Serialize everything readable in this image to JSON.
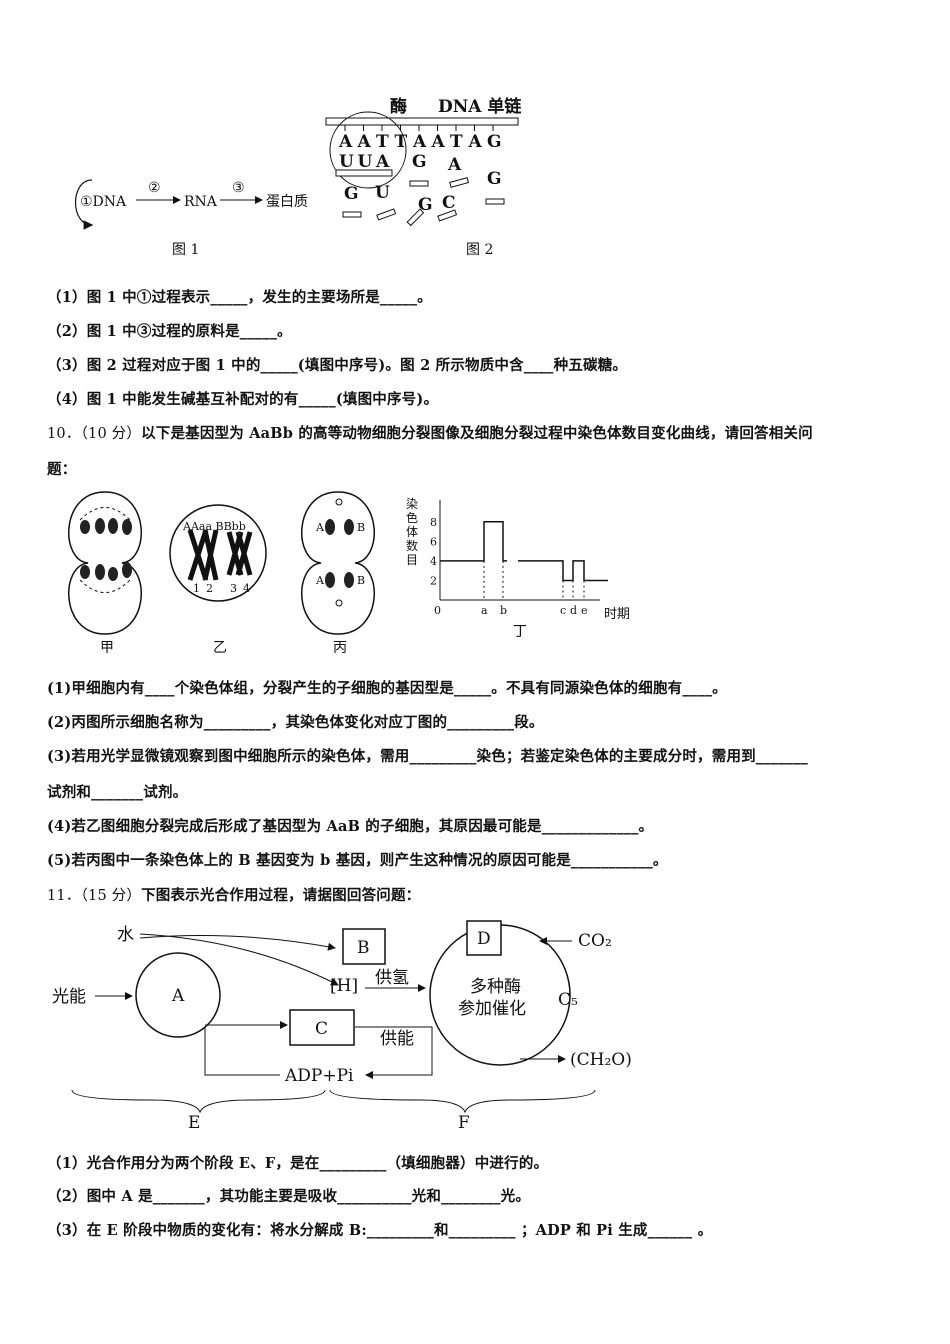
{
  "q9": {
    "fig1": {
      "step1": "①DNA",
      "arrow2": "②",
      "rna": "RNA",
      "arrow3": "③",
      "protein": "蛋白质",
      "caption": "图 1"
    },
    "fig2": {
      "enzyme": "酶",
      "strand": "DNA 单链",
      "template": [
        "A",
        "A",
        "T",
        "T",
        "A",
        "A",
        "T",
        "A",
        "G"
      ],
      "paired": [
        "U",
        "U",
        "A"
      ],
      "free": [
        "G",
        "A",
        "G",
        "G",
        "U",
        "G",
        "C"
      ],
      "caption": "图 2"
    },
    "items": [
      "（1）图 1 中①过程表示_____，发生的主要场所是_____。",
      "（2）图 1 中③过程的原料是_____。",
      "（3）图 2 过程对应于图 1 中的_____(填图中序号)。图 2 所示物质中含____种五碳糖。",
      "（4）图 1 中能发生碱基互补配对的有_____(填图中序号)。"
    ]
  },
  "q10": {
    "number": "10．",
    "points": "（10 分）",
    "stem_pre": "以下是基因型为 ",
    "genotype": "AaBb",
    "stem_post": " 的高等动物细胞分裂图像及细胞分裂过程中染色体数目变化曲线，请回答相关问",
    "stem_line2": "题：",
    "cells": {
      "jia": "甲",
      "yi": "乙",
      "bing": "丙",
      "ding": "丁",
      "yi_genes": "AAaa BBbb",
      "yi_numbers": [
        "1",
        "2",
        "3",
        "4"
      ],
      "bing_genes": [
        "A",
        "B",
        "A",
        "B"
      ]
    },
    "chart_data": {
      "type": "line",
      "ylabel": "染色体数目",
      "xlabel": "时期",
      "yticks": [
        "0",
        "2",
        "4",
        "6",
        "8"
      ],
      "xticks": [
        "a",
        "b",
        "c",
        "d",
        "e"
      ],
      "ylim": [
        0,
        9
      ]
    },
    "items": [
      "(1)甲细胞内有____个染色体组，分裂产生的子细胞的基因型是_____。不具有同源染色体的细胞有____。",
      "(2)丙图所示细胞名称为_________，其染色体变化对应丁图的_________段。",
      "(3)若用光学显微镜观察到图中细胞所示的染色体，需用_________染色；若鉴定染色体的主要成分时，需用到_______",
      "试剂和_______试剂。",
      "(4)若乙图细胞分裂完成后形成了基因型为 AaB 的子细胞，其原因最可能是_____________。",
      "(5)若丙图中一条染色体上的 B 基因变为 b 基因，则产生这种情况的原因可能是___________。"
    ]
  },
  "q11": {
    "number": "11．",
    "points": "（15 分）",
    "stem": "下图表示光合作用过程，请据图回答问题：",
    "diagram": {
      "water": "水",
      "light": "光能",
      "A": "A",
      "B": "B",
      "H": "[H]",
      "supplyH": "供氢",
      "C": "C",
      "supplyE": "供能",
      "adp": "ADP+Pi",
      "D": "D",
      "co2": "CO₂",
      "enzymes1": "多种酶",
      "enzymes2": "参加催化",
      "c5": "C₅",
      "ch2o": "(CH₂O)",
      "E": "E",
      "F": "F"
    },
    "items": [
      "（1）光合作用分为两个阶段 E、F，是在_________（填细胞器）中进行的。",
      "（2）图中 A 是_______，其功能主要是吸收__________光和________光。",
      "（3）在 E 阶段中物质的变化有：将水分解成 B:_________和_________ ；ADP 和 Pi 生成______ 。"
    ]
  }
}
